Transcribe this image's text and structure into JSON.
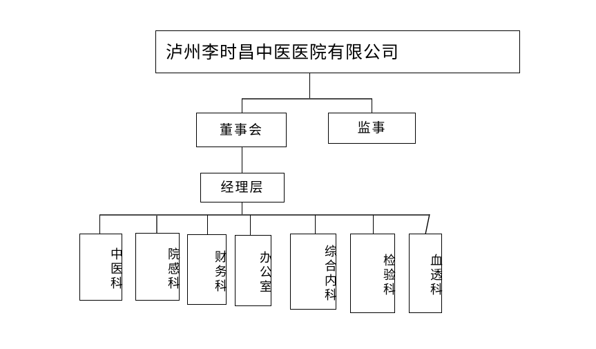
{
  "chart": {
    "type": "org-chart",
    "title": "泸州李时昌中医医院有限公司",
    "background_color": "#ffffff",
    "line_color": "#000000",
    "text_color": "#000000",
    "levels": [
      {
        "level": 1,
        "nodes": [
          {
            "id": "root",
            "label": "泸州李时昌中医医院有限公司",
            "orientation": "horizontal"
          }
        ]
      },
      {
        "level": 2,
        "nodes": [
          {
            "id": "board",
            "label": "董事会",
            "orientation": "horizontal"
          },
          {
            "id": "supervisor",
            "label": "监事",
            "orientation": "horizontal"
          }
        ]
      },
      {
        "level": 3,
        "nodes": [
          {
            "id": "manager",
            "label": "经理层",
            "orientation": "horizontal"
          }
        ]
      },
      {
        "level": 4,
        "nodes": [
          {
            "id": "dept1",
            "label": "中医科",
            "orientation": "vertical"
          },
          {
            "id": "dept2",
            "label": "院感科",
            "orientation": "vertical"
          },
          {
            "id": "dept3",
            "label": "财务科",
            "orientation": "vertical"
          },
          {
            "id": "dept4",
            "label": "办公室",
            "orientation": "vertical"
          },
          {
            "id": "dept5",
            "label": "综合内科",
            "orientation": "vertical"
          },
          {
            "id": "dept6",
            "label": "检验科",
            "orientation": "vertical"
          },
          {
            "id": "dept7",
            "label": "血透科",
            "orientation": "vertical"
          }
        ]
      }
    ],
    "edges": [
      {
        "from": "root",
        "to": "board"
      },
      {
        "from": "root",
        "to": "supervisor"
      },
      {
        "from": "board",
        "to": "manager"
      },
      {
        "from": "manager",
        "to": "dept1"
      },
      {
        "from": "manager",
        "to": "dept2"
      },
      {
        "from": "manager",
        "to": "dept3"
      },
      {
        "from": "manager",
        "to": "dept4"
      },
      {
        "from": "manager",
        "to": "dept5"
      },
      {
        "from": "manager",
        "to": "dept6"
      },
      {
        "from": "manager",
        "to": "dept7"
      }
    ]
  }
}
